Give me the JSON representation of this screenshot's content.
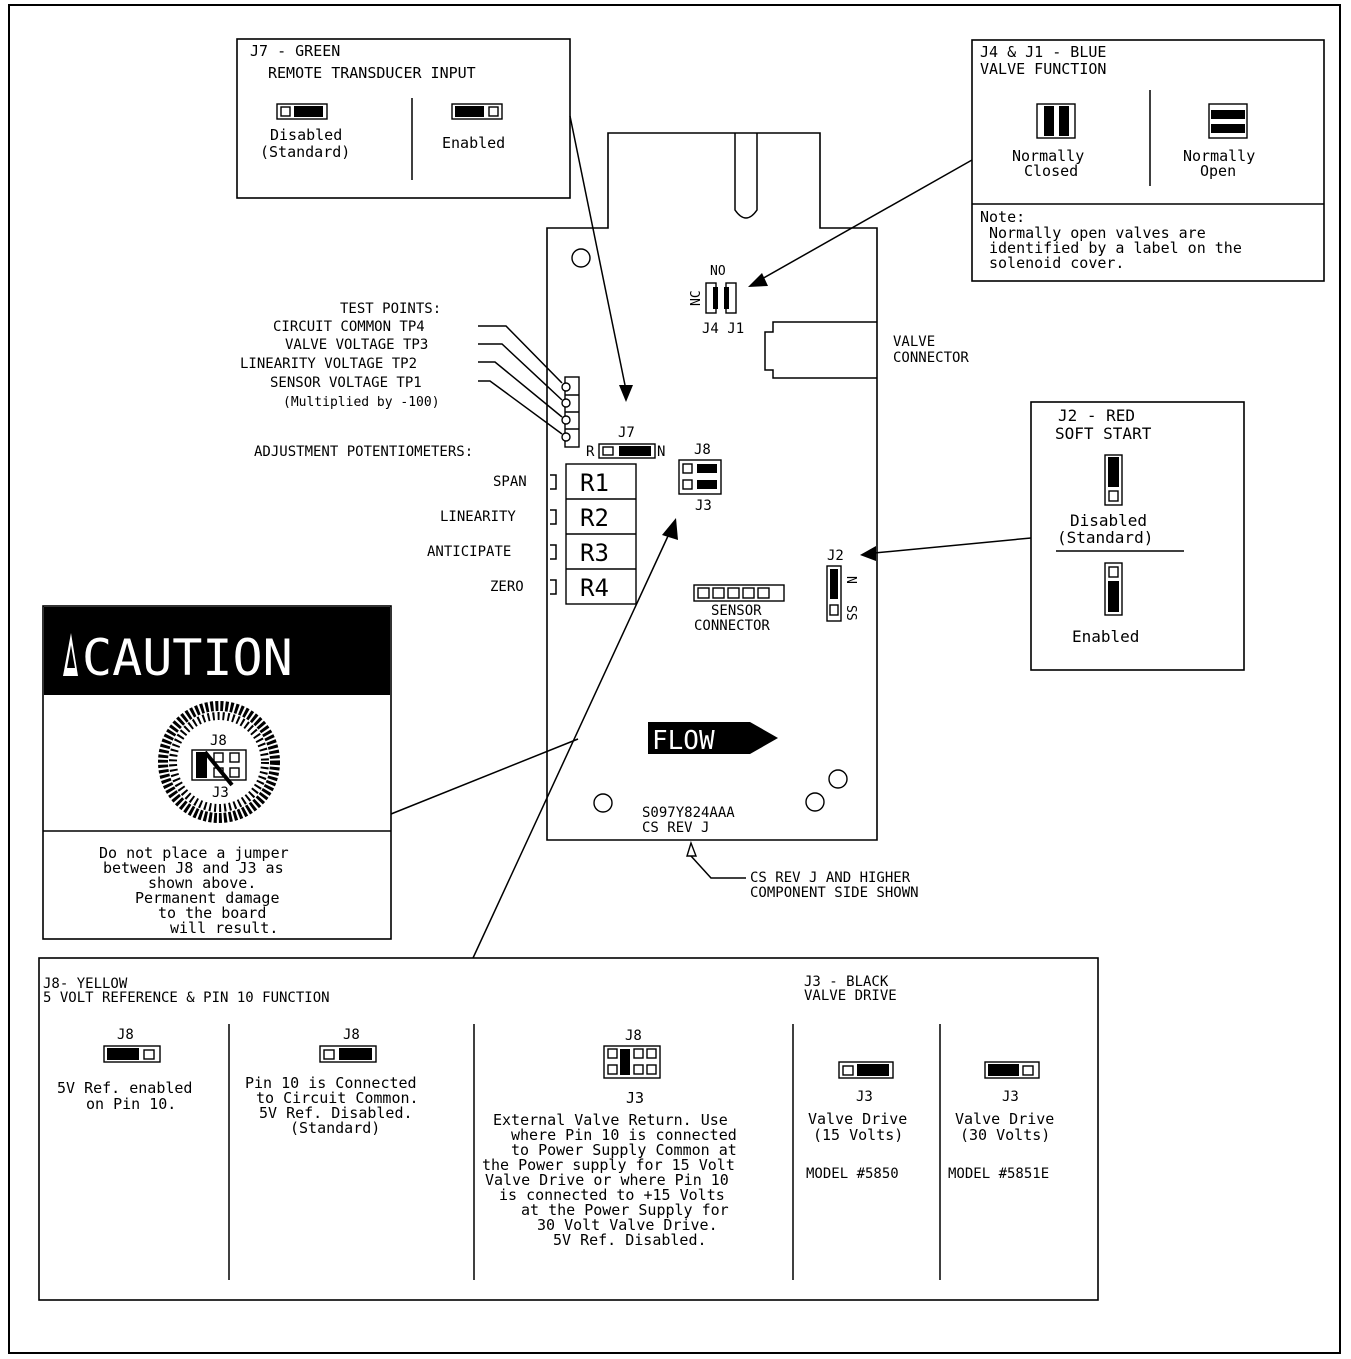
{
  "j7": {
    "title": "J7 - GREEN",
    "subtitle": "REMOTE TRANSDUCER INPUT",
    "disabled_l1": "Disabled",
    "disabled_l2": "(Standard)",
    "enabled": "Enabled"
  },
  "j4j1": {
    "title": "J4 & J1 - BLUE",
    "subtitle": "VALVE FUNCTION",
    "nc_l1": "Normally",
    "nc_l2": "Closed",
    "no_l1": "Normally",
    "no_l2": "Open",
    "note_head": "Note:",
    "note_l1": "Normally open valves are",
    "note_l2": "identified by a label on the",
    "note_l3": "solenoid cover."
  },
  "test_points": {
    "head": "TEST POINTS:",
    "tp4": "CIRCUIT COMMON TP4",
    "tp3": "VALVE VOLTAGE TP3",
    "tp2": "LINEARITY VOLTAGE TP2",
    "tp1": "SENSOR VOLTAGE TP1",
    "note": "(Multiplied by -100)"
  },
  "pots": {
    "head": "ADJUSTMENT POTENTIOMETERS:",
    "span": "SPAN",
    "linearity": "LINEARITY",
    "anticipate": "ANTICIPATE",
    "zero": "ZERO",
    "r1": "R1",
    "r2": "R2",
    "r3": "R3",
    "r4": "R4"
  },
  "board": {
    "j7_label": "J7",
    "j7_r": "R",
    "j7_n": "N",
    "j8_label": "J8",
    "j3_label": "J3",
    "no_label": "NO",
    "nc_label": "NC",
    "j4j1_label": "J4 J1",
    "valve_conn_l1": "VALVE",
    "valve_conn_l2": "CONNECTOR",
    "sensor_l1": "SENSOR",
    "sensor_l2": "CONNECTOR",
    "j2_label": "J2",
    "j2_n": "N",
    "j2_ss": "SS",
    "flow": "FLOW",
    "part_no": "S097Y824AAA",
    "rev": "CS REV J",
    "cs_note_l1": "CS REV J AND HIGHER",
    "cs_note_l2": "COMPONENT SIDE SHOWN"
  },
  "j2": {
    "title": "J2 - RED",
    "subtitle": "SOFT START",
    "disabled_l1": "Disabled",
    "disabled_l2": "(Standard)",
    "enabled": "Enabled"
  },
  "caution": {
    "heading": "CAUTION",
    "icon_j8": "J8",
    "icon_j3": "J3",
    "l1": "Do not place a jumper",
    "l2": "between J8 and J3 as",
    "l3": "shown above.",
    "l4": "Permanent damage",
    "l5": "to the board",
    "l6": "will result."
  },
  "j8_panel": {
    "title": "J8- YELLOW",
    "subtitle": "5 VOLT REFERENCE & PIN 10 FUNCTION",
    "c1_label": "J8",
    "c1_l1": "5V Ref. enabled",
    "c1_l2": "on Pin 10.",
    "c2_label": "J8",
    "c2_l1": "Pin 10 is Connected",
    "c2_l2": "to Circuit Common.",
    "c2_l3": "5V Ref. Disabled.",
    "c2_l4": "(Standard)",
    "c3_label": "J8",
    "c3_j3": "J3",
    "c3_l1": "External Valve Return. Use",
    "c3_l2": "where Pin 10 is connected",
    "c3_l3": "to Power Supply Common at",
    "c3_l4": "the Power supply for 15 Volt",
    "c3_l5": "Valve Drive or where Pin 10",
    "c3_l6": "is connected to +15 Volts",
    "c3_l7": "at the Power Supply for",
    "c3_l8": "30 Volt Valve Drive.",
    "c3_l9": "5V Ref. Disabled."
  },
  "j3_panel": {
    "title": "J3 - BLACK",
    "subtitle": "VALVE DRIVE",
    "c1_label": "J3",
    "c1_l1": "Valve Drive",
    "c1_l2": "(15 Volts)",
    "c1_model": "MODEL #5850",
    "c2_label": "J3",
    "c2_l1": "Valve Drive",
    "c2_l2": "(30 Volts)",
    "c2_model": "MODEL #5851E"
  }
}
